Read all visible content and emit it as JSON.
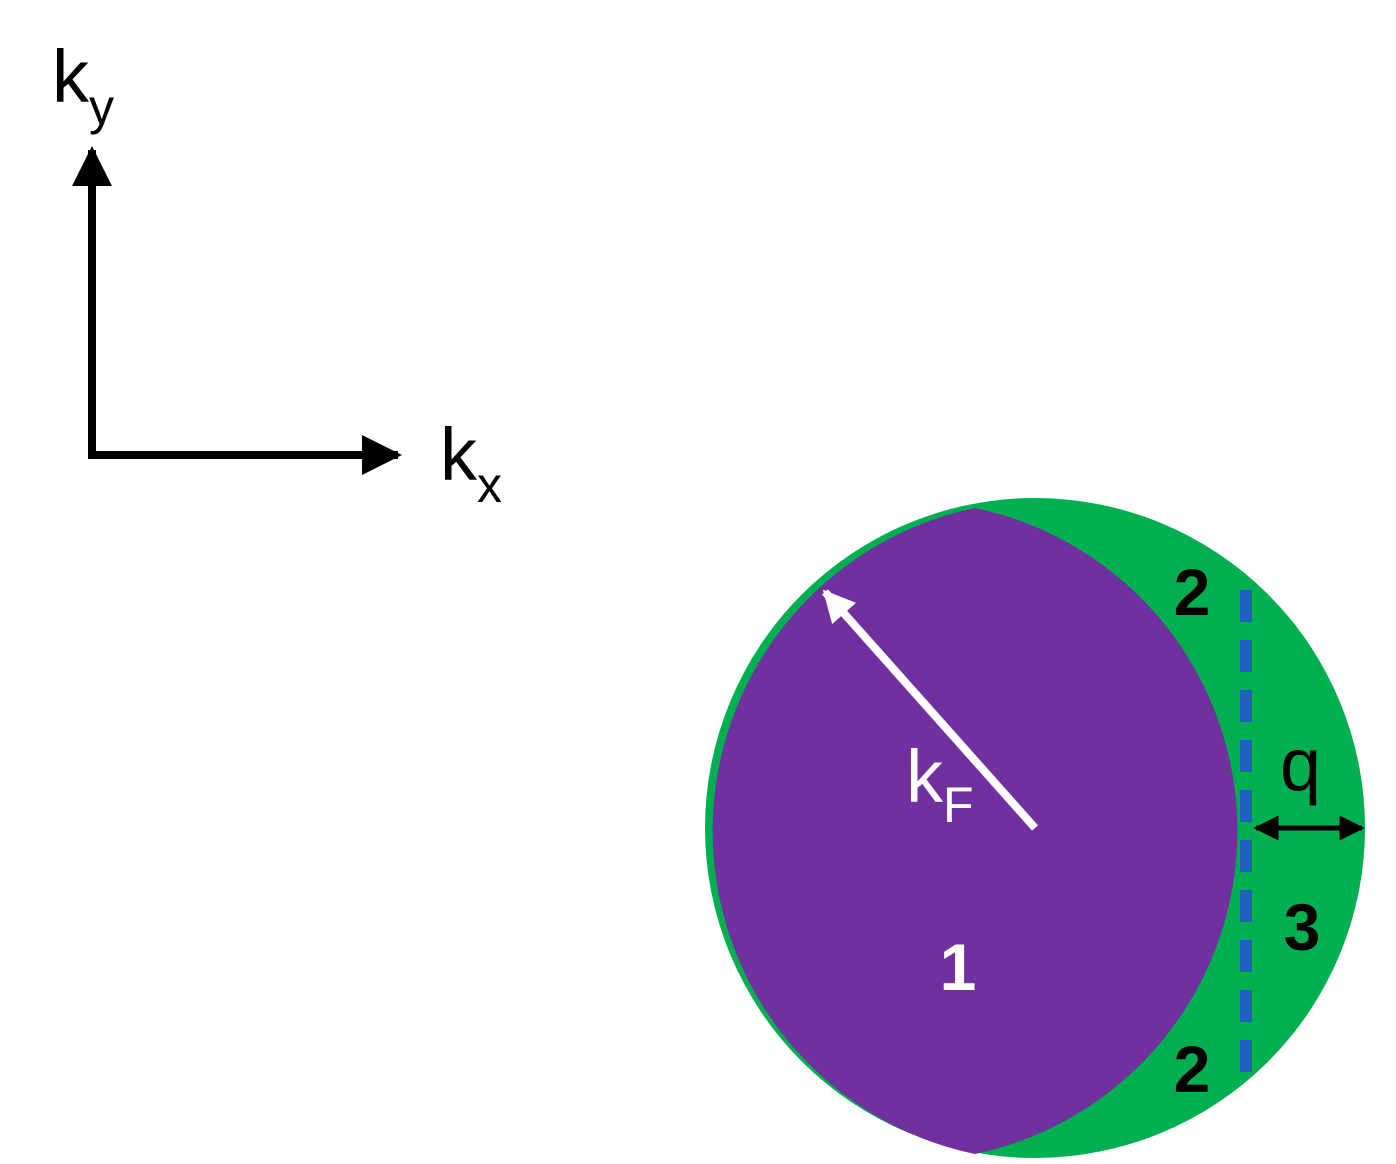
{
  "axes": {
    "y_label": "k",
    "y_subscript": "y",
    "x_label": "k",
    "x_subscript": "x"
  },
  "circle": {
    "radius_label": "k",
    "radius_subscript": "F"
  },
  "shift_label": "q",
  "regions": {
    "region_1": "1",
    "region_2_top": "2",
    "region_2_bottom": "2",
    "region_3": "3"
  },
  "colors": {
    "shifted_fermi_sea": "#00b050",
    "fermi_sea": "#7030a0",
    "dashed_line": "#1f5fbf",
    "axes": "#000000",
    "radius_arrow": "#ffffff"
  }
}
